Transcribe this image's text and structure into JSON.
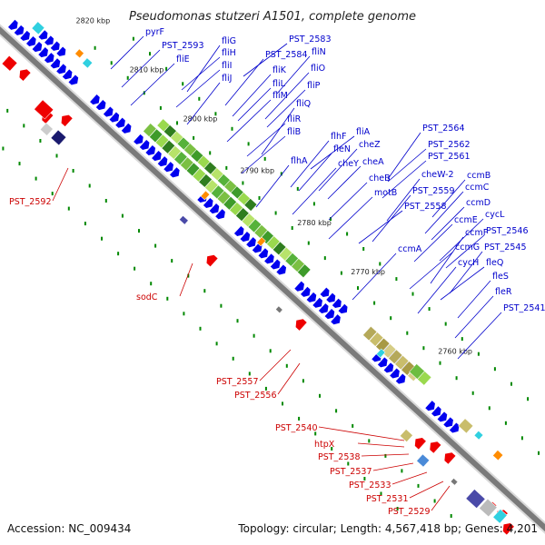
{
  "title": "Pseudomonas stutzeri A1501, complete genome",
  "footer": {
    "accession": "Accession: NC_009434",
    "topology": "Topology: circular; Length: 4,567,418 bp; Genes: 4,201"
  },
  "colors": {
    "forward_gene": "#0000ee",
    "reverse_gene": "#ee0000",
    "forward_label": "#0000cc",
    "reverse_label": "#cc0000",
    "backbone": "#7a7a7a",
    "tick": "#008800"
  },
  "ruler_labels": [
    "2820 kbp",
    "2810 kbp",
    "2800 kbp",
    "2790 kbp",
    "2780 kbp",
    "2770 kbp",
    "2760 kbp"
  ],
  "forward_labels": [
    "pyrF",
    "PST_2593",
    "fliE",
    "fliG",
    "fliH",
    "fliI",
    "fliJ",
    "PST_2584",
    "PST_2583",
    "fliN",
    "fliK",
    "fliO",
    "fliL",
    "fliP",
    "fliM",
    "fliQ",
    "fliR",
    "fliB",
    "flhA",
    "flhF",
    "fliA",
    "fleN",
    "cheZ",
    "cheY",
    "cheA",
    "cheB",
    "motB",
    "PST_2564",
    "PST_2562",
    "PST_2561",
    "cheW-2",
    "PST_2559",
    "PST_2558",
    "ccmB",
    "ccmC",
    "ccmA",
    "ccmD",
    "ccmE",
    "cycL",
    "ccmF",
    "PST_2546",
    "ccmG",
    "PST_2545",
    "cycH",
    "fleQ",
    "fleS",
    "fleR",
    "PST_2541"
  ],
  "reverse_labels": [
    "PST_2592",
    "sodC",
    "PST_2557",
    "PST_2556",
    "PST_2540",
    "htpX",
    "PST_2538",
    "PST_2537",
    "PST_2533",
    "PST_2531",
    "PST_2529"
  ]
}
